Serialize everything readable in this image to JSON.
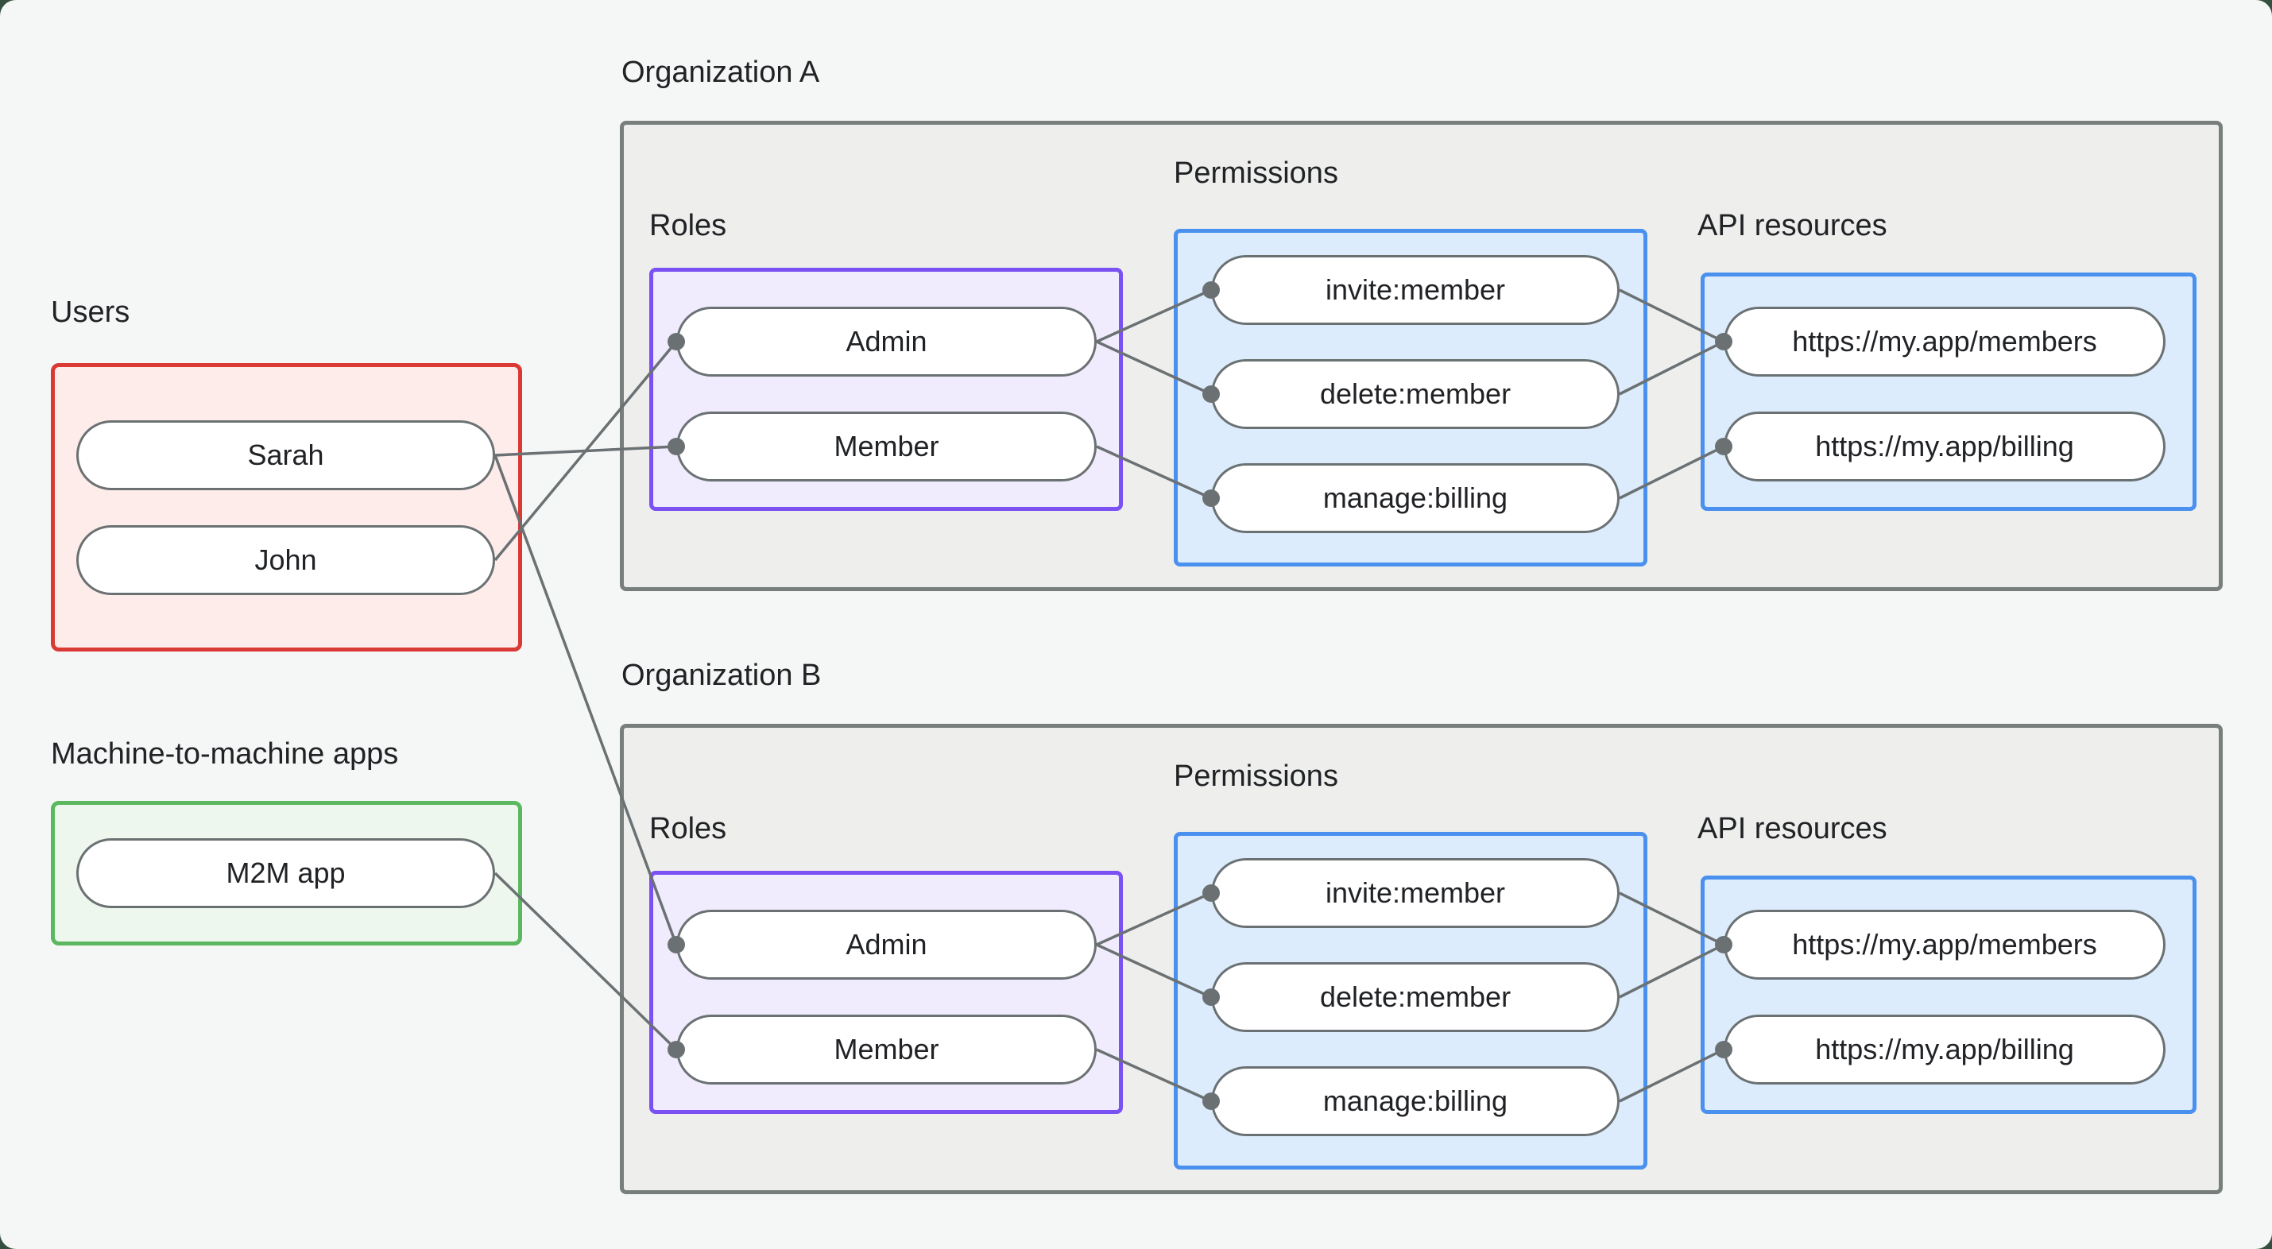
{
  "users": {
    "title": "Users",
    "items": [
      "Sarah",
      "John"
    ]
  },
  "m2m_apps": {
    "title": "Machine-to-machine apps",
    "items": [
      "M2M app"
    ]
  },
  "org_a": {
    "title": "Organization A",
    "roles": {
      "title": "Roles",
      "items": [
        "Admin",
        "Member"
      ]
    },
    "permissions": {
      "title": "Permissions",
      "items": [
        "invite:member",
        "delete:member",
        "manage:billing"
      ]
    },
    "api_resources": {
      "title": "API resources",
      "items": [
        "https://my.app/members",
        "https://my.app/billing"
      ]
    }
  },
  "org_b": {
    "title": "Organization B",
    "roles": {
      "title": "Roles",
      "items": [
        "Admin",
        "Member"
      ]
    },
    "permissions": {
      "title": "Permissions",
      "items": [
        "invite:member",
        "delete:member",
        "manage:billing"
      ]
    },
    "api_resources": {
      "title": "API resources",
      "items": [
        "https://my.app/members",
        "https://my.app/billing"
      ]
    }
  },
  "edges": [
    {
      "from": "Sarah",
      "to": "Organization A / Member"
    },
    {
      "from": "John",
      "to": "Organization A / Admin"
    },
    {
      "from": "Sarah",
      "to": "Organization B / Admin"
    },
    {
      "from": "M2M app",
      "to": "Organization B / Member"
    },
    {
      "from": "Organization A / Admin",
      "to": "Organization A / invite:member"
    },
    {
      "from": "Organization A / Admin",
      "to": "Organization A / delete:member"
    },
    {
      "from": "Organization A / Member",
      "to": "Organization A / manage:billing"
    },
    {
      "from": "Organization A / invite:member",
      "to": "Organization A / https://my.app/members"
    },
    {
      "from": "Organization A / delete:member",
      "to": "Organization A / https://my.app/members"
    },
    {
      "from": "Organization A / manage:billing",
      "to": "Organization A / https://my.app/billing"
    },
    {
      "from": "Organization B / Admin",
      "to": "Organization B / invite:member"
    },
    {
      "from": "Organization B / Admin",
      "to": "Organization B / delete:member"
    },
    {
      "from": "Organization B / Member",
      "to": "Organization B / manage:billing"
    },
    {
      "from": "Organization B / invite:member",
      "to": "Organization B / https://my.app/members"
    },
    {
      "from": "Organization B / delete:member",
      "to": "Organization B / https://my.app/members"
    },
    {
      "from": "Organization B / manage:billing",
      "to": "Organization B / https://my.app/billing"
    }
  ],
  "colors": {
    "users_border": "#d93a34",
    "users_fill": "#fdecea",
    "m2m_border": "#5cb860",
    "m2m_fill": "#edf7ed",
    "roles_border": "#7b51f3",
    "roles_fill": "#f0ebfd",
    "permissions_border": "#4a90ee",
    "permissions_fill": "#dcecfc",
    "api_border": "#4a90ee",
    "api_fill": "#dcecfc",
    "org_border": "#787e7c",
    "org_fill": "#eeefed",
    "edge": "#6b7173",
    "node_fill": "#ffffff",
    "text": "#202225",
    "canvas": "#f5f7f6",
    "backdrop": "#35503f"
  }
}
